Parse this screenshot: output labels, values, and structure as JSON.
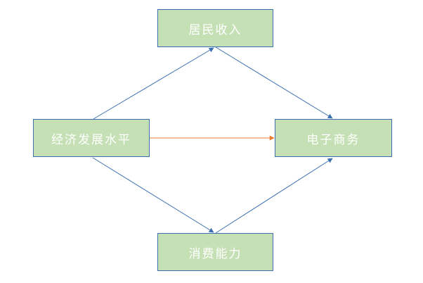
{
  "nodes": {
    "top": "居民收入",
    "left": "经济发展水平",
    "right": "电子商务",
    "bottom": "消费能力"
  },
  "colors": {
    "node_fill": "#c5e0b4",
    "node_border": "#3c6fb0",
    "node_text": "#ffffff",
    "edge_blue": "#3c6fb0",
    "edge_orange": "#ed7d31"
  }
}
